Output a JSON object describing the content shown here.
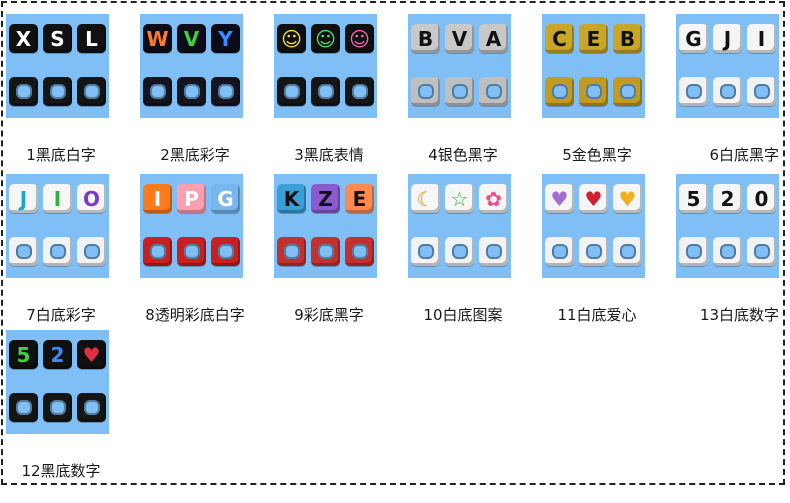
{
  "items": [
    {
      "label": "1黑底白字",
      "top": {
        "bg": "#111111",
        "fg": "#ffffff"
      },
      "bottom_bg": "#151515",
      "glyphs": [
        "X",
        "S",
        "L"
      ]
    },
    {
      "label": "2黑底彩字",
      "top": {
        "bg": "#0c0c18",
        "fg": "multi"
      },
      "bottom_bg": "#141420",
      "glyphs": [
        "W",
        "V",
        "Y"
      ],
      "glyph_colors": [
        "#ff7a2a",
        "#3fd040",
        "#3a8cff"
      ]
    },
    {
      "label": "3黑底表情",
      "top": {
        "bg": "#101010",
        "fg": "multi"
      },
      "bottom_bg": "#151515",
      "glyphs": [
        "☺",
        "☺",
        "☺"
      ],
      "glyph_colors": [
        "#f0e040",
        "#50e070",
        "#ff5fb0"
      ]
    },
    {
      "label": "4银色黑字",
      "top": {
        "bg": "#c8c8c8",
        "fg": "#111111"
      },
      "bottom_bg": "#bfbfbf",
      "glyphs": [
        "B",
        "V",
        "A"
      ]
    },
    {
      "label": "5金色黑字",
      "top": {
        "bg": "#c9a627",
        "fg": "#111111"
      },
      "bottom_bg": "#c29a20",
      "glyphs": [
        "C",
        "E",
        "B"
      ]
    },
    {
      "label": "6白底黑字",
      "top": {
        "bg": "#f5f5f5",
        "fg": "#111111"
      },
      "bottom_bg": "#f2f2f2",
      "glyphs": [
        "G",
        "J",
        "I"
      ]
    },
    {
      "label": "7白底彩字",
      "top": {
        "bg": "#f6f6f6",
        "fg": "multi"
      },
      "bottom_bg": "#f2f2f2",
      "glyphs": [
        "J",
        "I",
        "O"
      ],
      "glyph_colors": [
        "#1aa8c8",
        "#30b040",
        "#7a3ad0"
      ]
    },
    {
      "label": "8透明彩底白字",
      "top": {
        "bg": "multi",
        "fg": "#ffffff"
      },
      "bottom_bg": "#c62020",
      "glyphs": [
        "I",
        "P",
        "G"
      ],
      "cube_colors": [
        "#ff7a1a",
        "#ff9fb0",
        "#78b6f0"
      ]
    },
    {
      "label": "9彩底黑字",
      "top": {
        "bg": "multi",
        "fg": "#111111"
      },
      "bottom_bg": "#c43030",
      "glyphs": [
        "K",
        "Z",
        "E"
      ],
      "cube_colors": [
        "#3a9fd8",
        "#8a5ad0",
        "#ff8a50"
      ]
    },
    {
      "label": "10白底图案",
      "top": {
        "bg": "#f6f6f6",
        "fg": "multi"
      },
      "bottom_bg": "#f2f2f2",
      "glyphs": [
        "☾",
        "☆",
        "✿"
      ],
      "glyph_colors": [
        "#e89030",
        "#40b040",
        "#e8508a"
      ]
    },
    {
      "label": "11白底爱心",
      "top": {
        "bg": "#f6f6f6",
        "fg": "multi"
      },
      "bottom_bg": "#f2f2f2",
      "glyphs": [
        "♥",
        "♥",
        "♥"
      ],
      "glyph_colors": [
        "#a070d0",
        "#d02030",
        "#f0b020"
      ]
    },
    {
      "label": "13白底数字",
      "top": {
        "bg": "#f6f6f6",
        "fg": "#111111"
      },
      "bottom_bg": "#f2f2f2",
      "glyphs": [
        "5",
        "2",
        "0"
      ]
    },
    {
      "label": "12黑底数字",
      "top": {
        "bg": "#101010",
        "fg": "multi"
      },
      "bottom_bg": "#151515",
      "glyphs": [
        "5",
        "2",
        "♥"
      ],
      "glyph_colors": [
        "#40d040",
        "#3a8cff",
        "#e03040"
      ]
    }
  ]
}
